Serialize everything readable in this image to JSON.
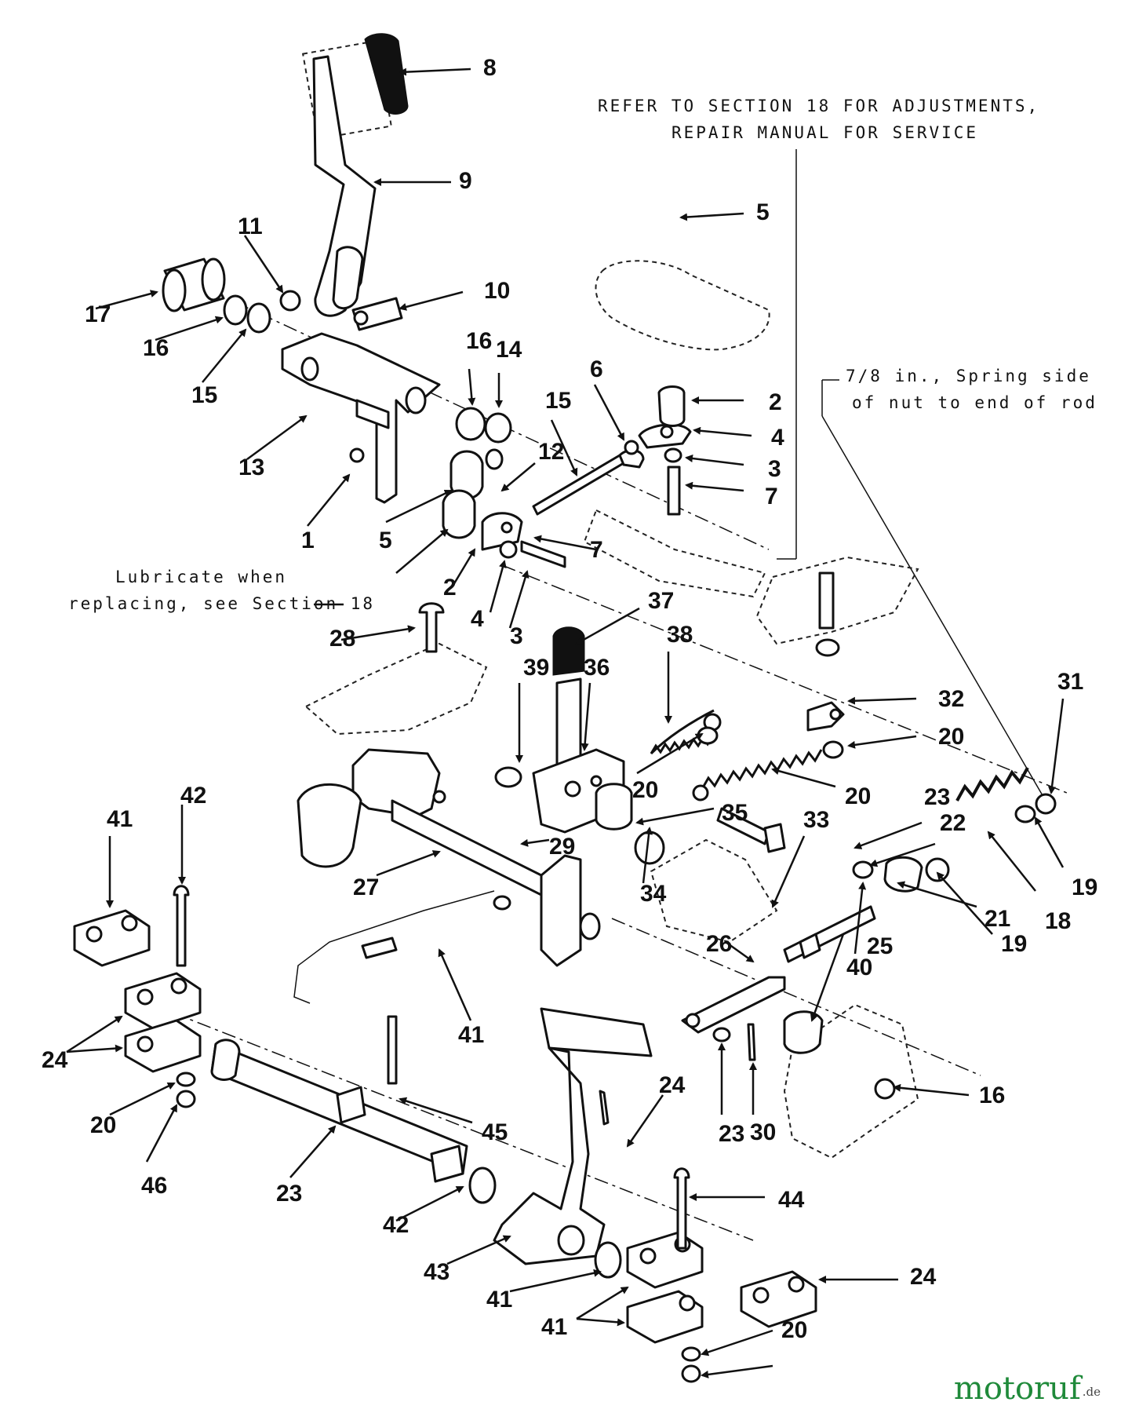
{
  "notes": {
    "adjust_line1": "REFER TO SECTION 18 FOR ADJUSTMENTS,",
    "adjust_line2": "REPAIR MANUAL FOR SERVICE",
    "spring_line1": "7/8 in., Spring  side",
    "spring_line2": "of nut to end of rod",
    "lube_line1": "Lubricate when",
    "lube_line2": "replacing, see Section 18"
  },
  "callouts": [
    "8",
    "9",
    "11",
    "10",
    "17",
    "16",
    "15",
    "5",
    "1",
    "2",
    "4",
    "3",
    "7",
    "6",
    "15",
    "16",
    "14",
    "12",
    "13",
    "5",
    "1",
    "2",
    "4",
    "3",
    "7",
    "37",
    "38",
    "39",
    "36",
    "28",
    "32",
    "20",
    "20",
    "20",
    "31",
    "35",
    "29",
    "27",
    "33",
    "23",
    "22",
    "41",
    "42",
    "19",
    "18",
    "34",
    "19",
    "21",
    "40",
    "25",
    "26",
    "41",
    "24",
    "20",
    "46",
    "45",
    "23",
    "24",
    "23",
    "30",
    "16",
    "42",
    "44",
    "43",
    "41",
    "41",
    "24",
    "20"
  ],
  "watermark": {
    "text": "motoruf",
    "suffix": ".de",
    "color": "#1f8a3a"
  }
}
